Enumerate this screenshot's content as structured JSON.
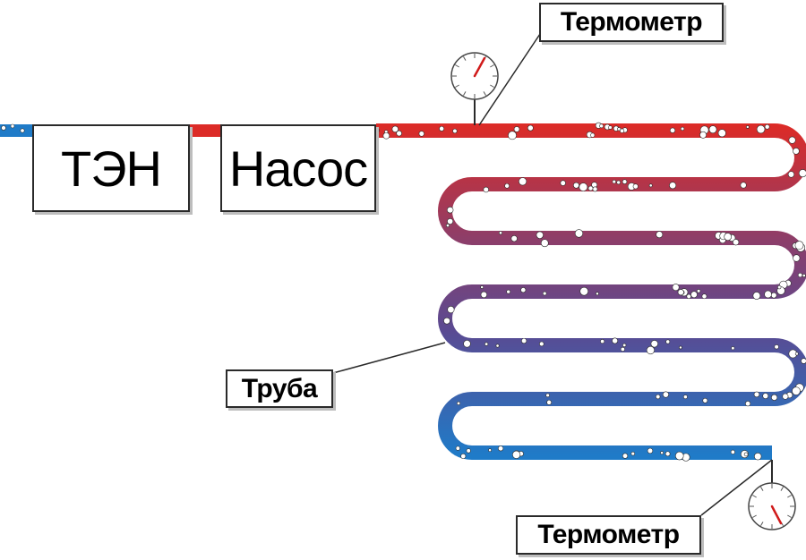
{
  "labels": {
    "heater": "ТЭН",
    "pump": "Насос",
    "pipe": "Труба",
    "thermometer_top": "Термометр",
    "thermometer_bottom": "Термометр"
  },
  "colors": {
    "hot": "#dc2b27",
    "cold": "#1f7bc8",
    "bubble_fill": "#ffffff",
    "outline": "#2a2a2a",
    "needle": "#d01a1a"
  }
}
